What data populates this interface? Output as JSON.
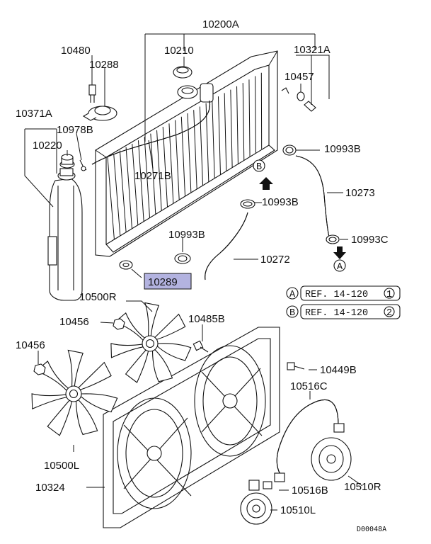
{
  "colors": {
    "ink": "#111111",
    "highlight": "#b3b3e0",
    "background": "#ffffff"
  },
  "labels": {
    "p10200A": "10200A",
    "p10210": "10210",
    "p10321A": "10321A",
    "p10480": "10480",
    "p10288": "10288",
    "p10457": "10457",
    "p10371A": "10371A",
    "p10978B": "10978B",
    "p10220": "10220",
    "p10993B_top": "10993B",
    "p10271B": "10271B",
    "p10273": "10273",
    "p10993B_mid": "10993B",
    "p10993B_low": "10993B",
    "p10993C": "10993C",
    "p10272": "10272",
    "p10289": "10289",
    "p10500R": "10500R",
    "p10456_a": "10456",
    "p10485B": "10485B",
    "p10456_b": "10456",
    "p10449B": "10449B",
    "p10516C": "10516C",
    "p10500L": "10500L",
    "p10324": "10324",
    "p10510R": "10510R",
    "p10516B": "10516B",
    "p10510L": "10510L"
  },
  "references": [
    {
      "marker": "A",
      "text": "REF. 14-120",
      "page": "1"
    },
    {
      "marker": "B",
      "text": "REF. 14-120",
      "page": "2"
    }
  ],
  "flow_markers": {
    "a": "A",
    "b": "B"
  },
  "diagram_code": "D00048A"
}
